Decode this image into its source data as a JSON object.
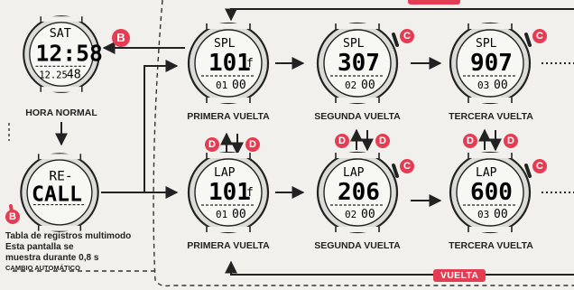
{
  "watches": {
    "normal": {
      "day": "SAT",
      "time": "12:58",
      "date": "12.25",
      "seconds": "48"
    },
    "recall": {
      "line1": "RE-",
      "line2": "CALL"
    },
    "spl1": {
      "mode": "SPL",
      "main": "101",
      "suffix": "f",
      "lap": "01",
      "sub": "00"
    },
    "spl2": {
      "mode": "SPL",
      "main": "307",
      "suffix": "",
      "lap": "02",
      "sub": "00"
    },
    "spl3": {
      "mode": "SPL",
      "main": "907",
      "suffix": "",
      "lap": "03",
      "sub": "00"
    },
    "lap1": {
      "mode": "LAP",
      "main": "101",
      "suffix": "f",
      "lap": "01",
      "sub": "00"
    },
    "lap2": {
      "mode": "LAP",
      "main": "206",
      "suffix": "",
      "lap": "02",
      "sub": "00"
    },
    "lap3": {
      "mode": "LAP",
      "main": "600",
      "suffix": "",
      "lap": "03",
      "sub": "00"
    }
  },
  "labels": {
    "hora_normal": "HORA NORMAL",
    "primera": "PRIMERA VUELTA",
    "segunda": "SEGUNDA VUELTA",
    "tercera": "TERCERA VUELTA"
  },
  "note": {
    "line1": "Tabla de registros multimodo",
    "line2": "Esta pantalla se",
    "line3": "muestra durante 0,8 s",
    "line4": "CAMBIO AUTOMÁTICO"
  },
  "buttons": {
    "b": "B",
    "c": "C",
    "d": "D"
  },
  "vuelta_tag": "VUELTA",
  "colors": {
    "badge": "#e43c52",
    "line": "#222222",
    "watch_face": "#f7f7f4"
  }
}
